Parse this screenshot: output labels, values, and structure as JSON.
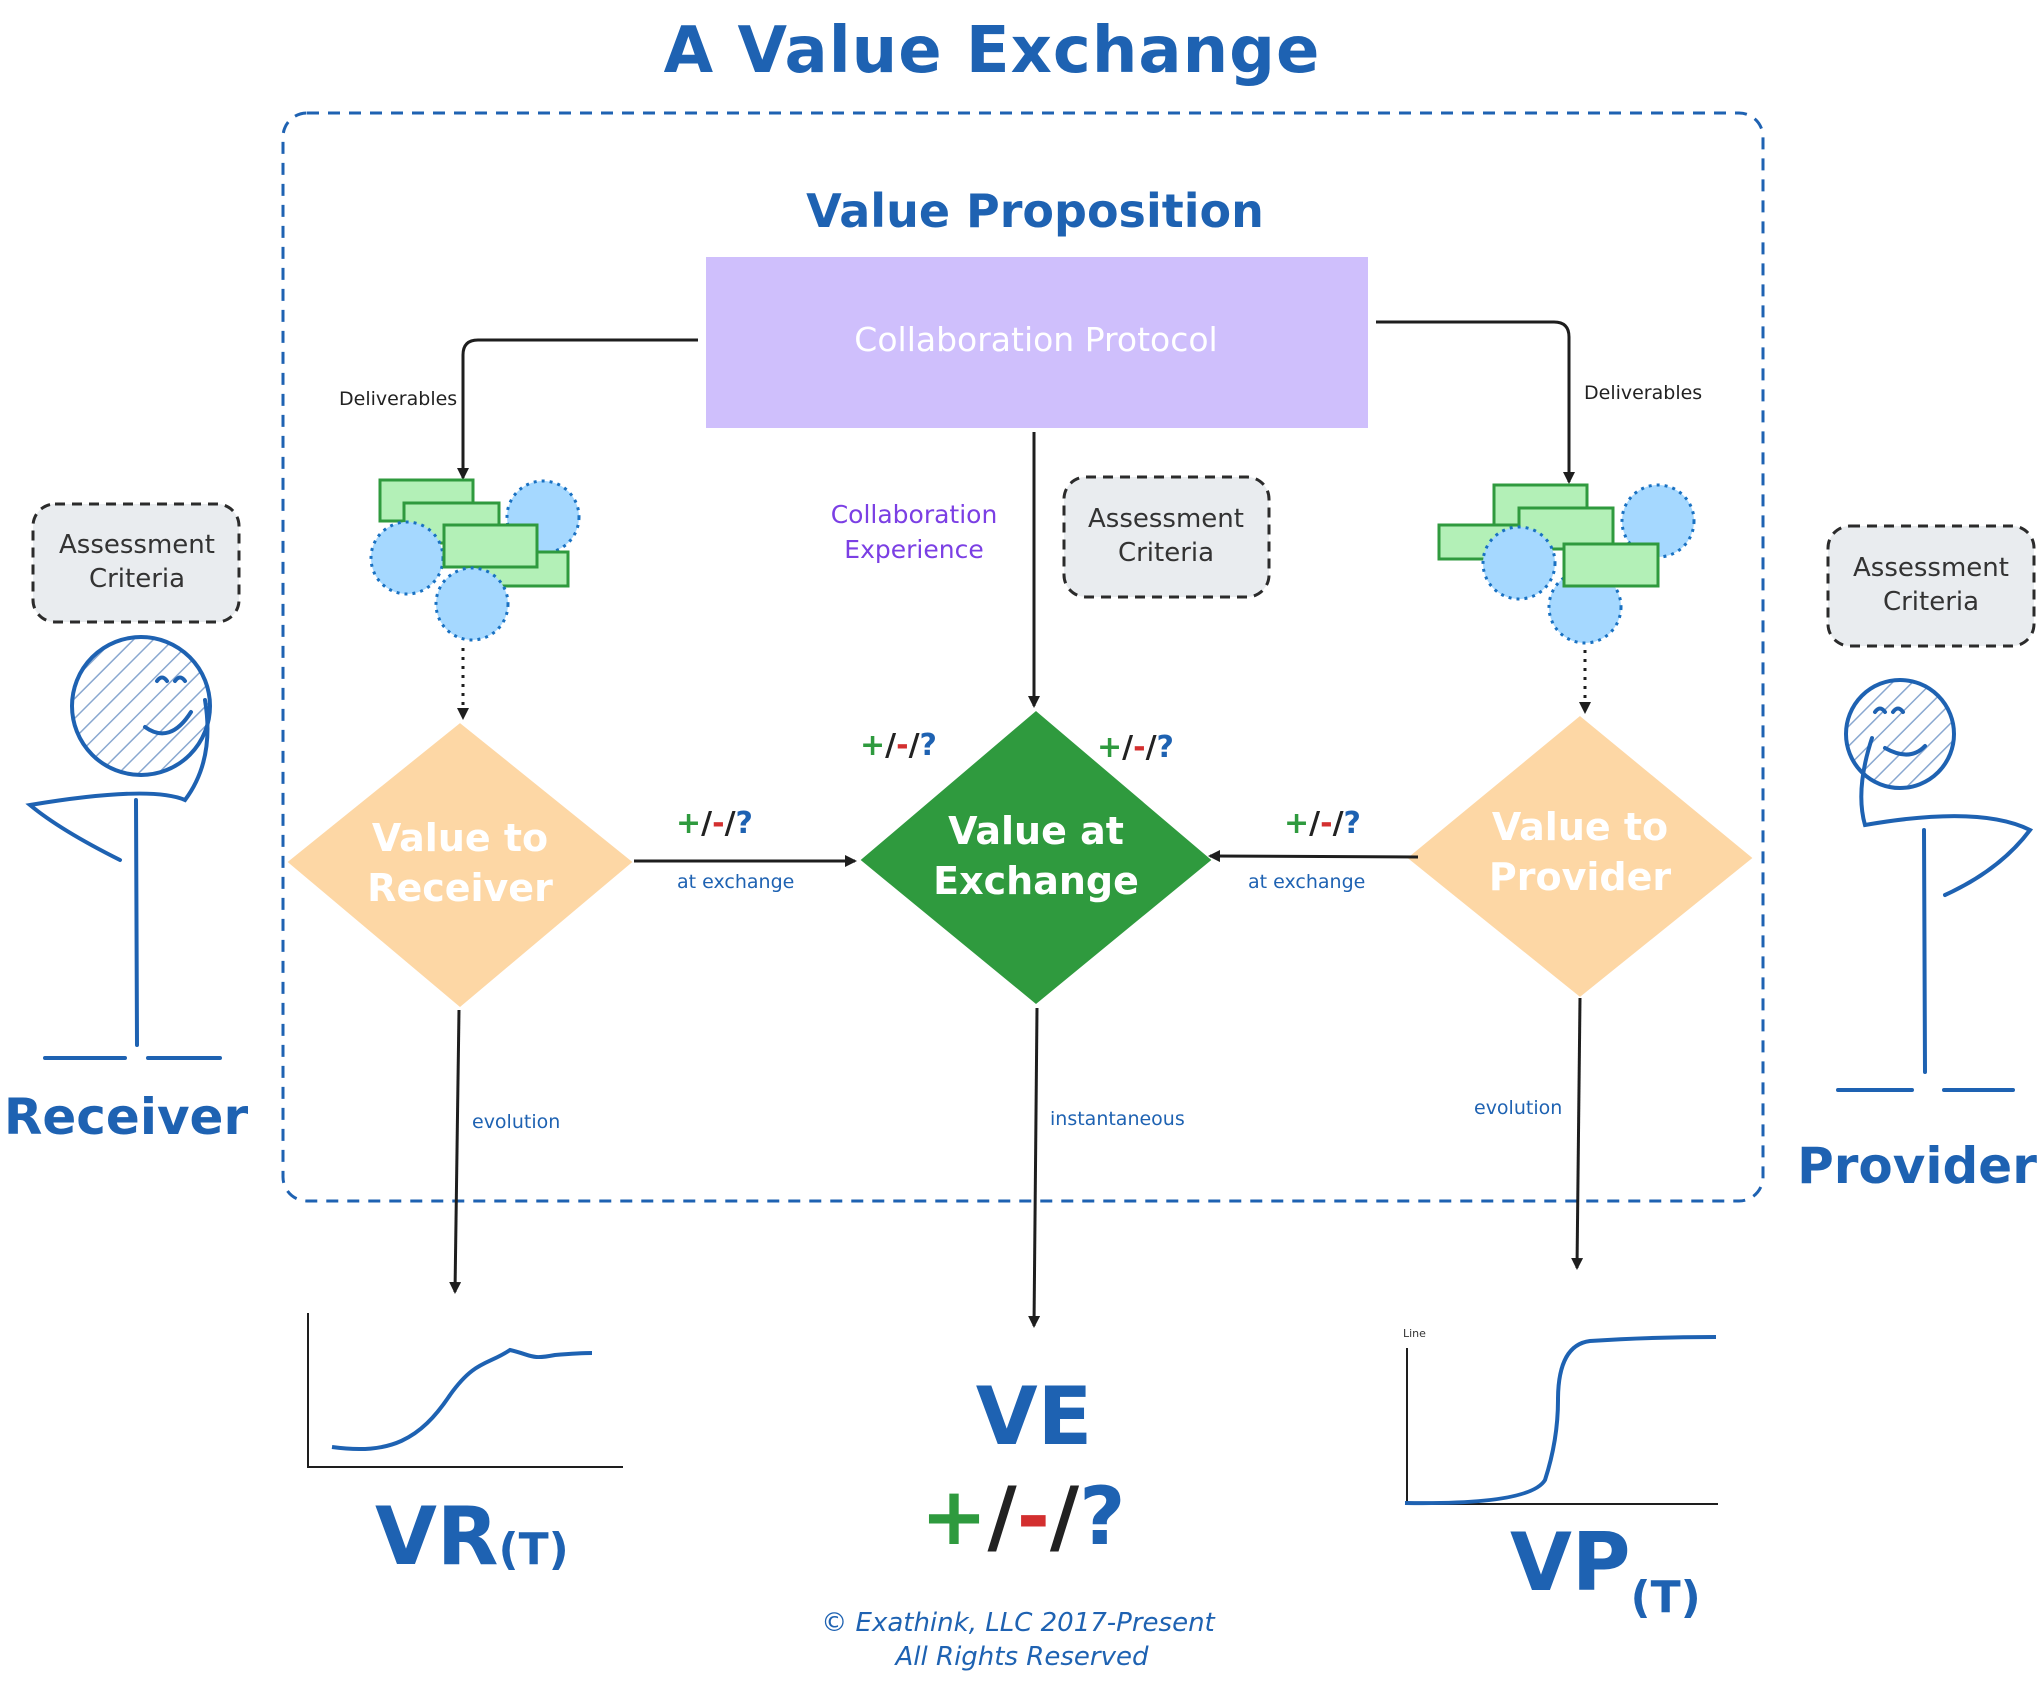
{
  "title": "A Value Exchange",
  "value_proposition": "Value Proposition",
  "collaboration_protocol": "Collaboration Protocol",
  "collaboration_experience": "Collaboration\nExperience",
  "assessment_criteria": "Assessment\nCriteria",
  "deliverables": "Deliverables",
  "nodes": {
    "receiver": "Value to\nReceiver",
    "exchange": "Value at\nExchange",
    "provider": "Value to\nProvider"
  },
  "indicator": {
    "plus": "+",
    "minus": "-",
    "question": "?",
    "slash": "/"
  },
  "edge_labels": {
    "at_exchange": "at exchange",
    "evolution": "evolution",
    "instantaneous": "instantaneous"
  },
  "actors": {
    "receiver": "Receiver",
    "provider": "Provider"
  },
  "outcomes": {
    "vr": "VR",
    "vr_sub": "(T)",
    "ve": "VE",
    "vp": "VP",
    "vp_sub": "(T)"
  },
  "chart_right_label": "Line",
  "copyright": {
    "line1": "© Exathink, LLC 2017-Present",
    "line2": "All Rights Reserved"
  },
  "colors": {
    "blue": "#1e62b2",
    "protocol_fill": "#cfbffc",
    "orange_node": "#fdd7a5",
    "green_node": "#2f9a3e",
    "deliverable_green": "#b3f0b7",
    "deliverable_blue": "#a5d8ff",
    "criteria_fill": "#e9ecef"
  }
}
